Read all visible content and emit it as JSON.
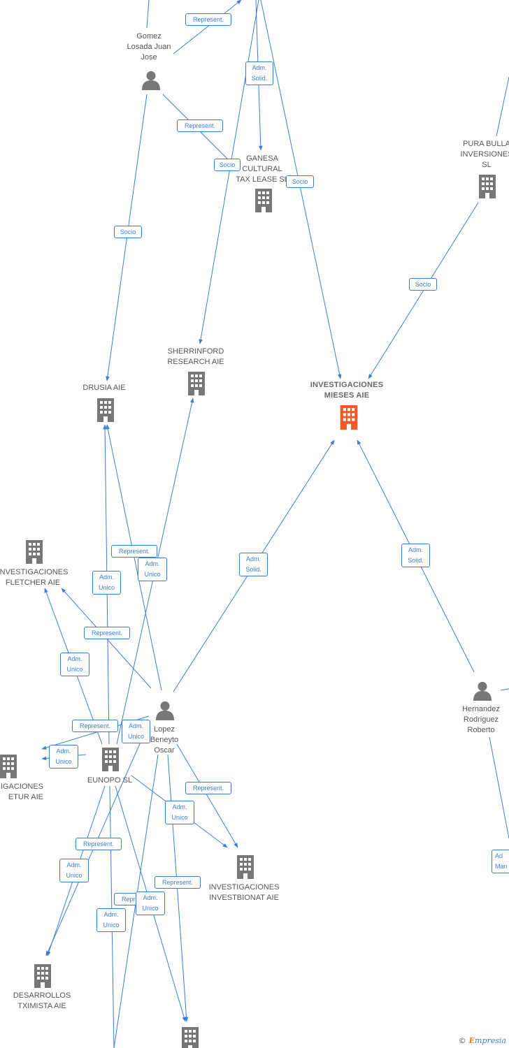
{
  "colors": {
    "edge": "#3b7fd4",
    "building": "#777777",
    "highlight": "#f05a28",
    "person": "#777777",
    "label": "#555555"
  },
  "nodes": {
    "gomez": "Gomez\nLosada Juan\nJose",
    "ganesa": "GANESA\nCULTURAL\nTAX LEASE  SL",
    "pura_bulla": "PURA BULLA\nINVERSIONES\nSL",
    "sherrinford": "SHERRINFORD\nRESEARCH  AIE",
    "drusia": "DRUSIA  AIE",
    "mieses": "INVESTIGACIONES\nMIESES AIE",
    "fletcher": "INVESTIGACIONES\nFLETCHER AIE",
    "lopez": "Lopez\nBeneyto\nOscar",
    "eunopo": "EUNOPO  SL",
    "etur": "IGACIONES\nETUR AIE",
    "hernandez": "Hernandez\nRodriguez\nRoberto",
    "investbionat": "INVESTIGACIONES\nINVESTBIONAT AIE",
    "tximista": "DESARROLLOS\nTXIMISTA AIE"
  },
  "edge_labels": {
    "represent": "Represent.",
    "adm_solid": "Adm.\nSolid.",
    "socio": "Socio",
    "adm_unico": "Adm.\nUnico",
    "adm_mancom_partial": "Ad\nMan"
  },
  "footer": {
    "copyright": "©",
    "brand_e": "E",
    "brand_rest": "mpresia"
  }
}
